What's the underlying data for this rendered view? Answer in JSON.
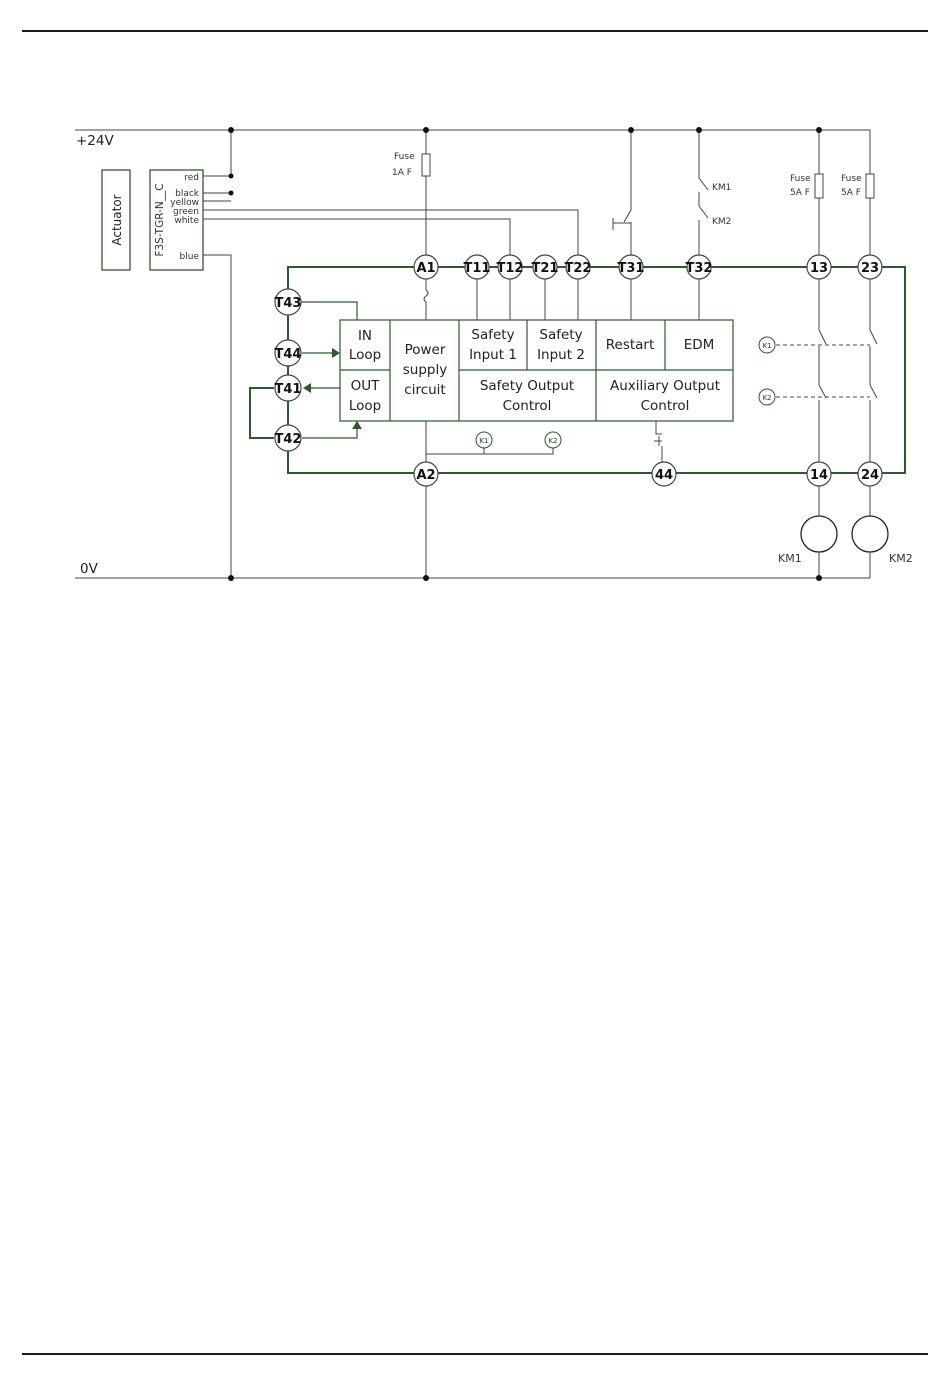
{
  "rails": {
    "top": "+24V",
    "bottom": "0V"
  },
  "actuator": {
    "label": "Actuator"
  },
  "sensor": {
    "model": "F3S-TGR-N__C",
    "wires": {
      "red": "red",
      "black": "black",
      "yellow": "yellow",
      "green": "green",
      "white": "white",
      "blue": "blue"
    }
  },
  "fuses": {
    "supply": {
      "line1": "Fuse",
      "line2": "1A F"
    },
    "out1": {
      "line1": "Fuse",
      "line2": "5A F"
    },
    "out2": {
      "line1": "Fuse",
      "line2": "5A F"
    }
  },
  "contacts": {
    "km1": "KM1",
    "km2": "KM2"
  },
  "terminals": {
    "A1": "A1",
    "T11": "T11",
    "T12": "T12",
    "T21": "T21",
    "T22": "T22",
    "T31": "T31",
    "T32": "T32",
    "t13": "13",
    "t23": "23",
    "T43": "T43",
    "T44": "T44",
    "T41": "T41",
    "T42": "T42",
    "A2": "A2",
    "t44": "44",
    "t14": "14",
    "t24": "24"
  },
  "blocks": {
    "in_loop": [
      "IN",
      "Loop"
    ],
    "out_loop": [
      "OUT",
      "Loop"
    ],
    "power": [
      "Power",
      "supply",
      "circuit"
    ],
    "safety_input_1": [
      "Safety",
      "Input 1"
    ],
    "safety_input_2": [
      "Safety",
      "Input 2"
    ],
    "restart": "Restart",
    "edm": "EDM",
    "safety_output_control": [
      "Safety Output",
      "Control"
    ],
    "auxiliary_output_control": [
      "Auxiliary Output",
      "Control"
    ]
  },
  "relay_markers": {
    "k1": "K1",
    "k2": "K2"
  },
  "coils": {
    "km1": "KM1",
    "km2": "KM2"
  }
}
